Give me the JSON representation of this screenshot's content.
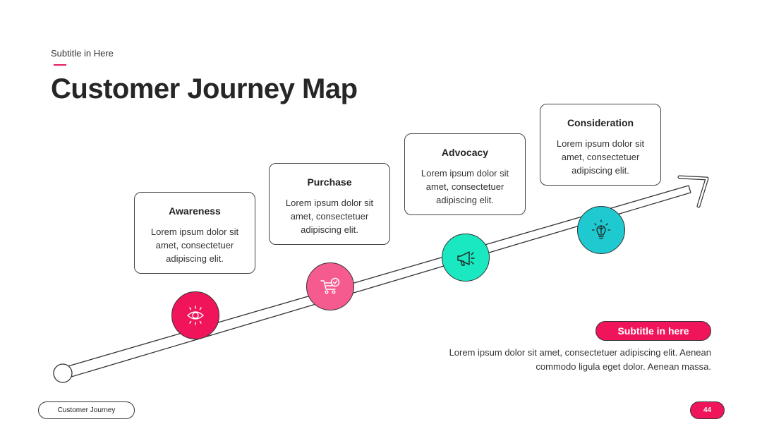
{
  "header": {
    "subtitle": "Subtitle in Here",
    "title": "Customer Journey Map",
    "accent_color": "#e8185c"
  },
  "stages": [
    {
      "title": "Awareness",
      "text": "Lorem ipsum dolor sit amet, consectetuer adipiscing elit.",
      "icon": "eye-icon",
      "color": "#f0155b"
    },
    {
      "title": "Purchase",
      "text": "Lorem ipsum dolor sit amet, consectetuer adipiscing elit.",
      "icon": "shopping-cart-check-icon",
      "color": "#f55b8e"
    },
    {
      "title": "Advocacy",
      "text": "Lorem ipsum dolor sit amet, consectetuer adipiscing elit.",
      "icon": "megaphone-icon",
      "color": "#19e8c0"
    },
    {
      "title": "Consideration",
      "text": "Lorem ipsum dolor sit amet, consectetuer adipiscing elit.",
      "icon": "lightbulb-brain-icon",
      "color": "#1ec9cf"
    }
  ],
  "summary": {
    "subtitle": "Subtitle in here",
    "text": "Lorem ipsum dolor sit amet, consectetuer adipiscing elit. Aenean commodo ligula eget dolor. Aenean massa."
  },
  "footer": {
    "label": "Customer Journey",
    "page_number": "44"
  }
}
